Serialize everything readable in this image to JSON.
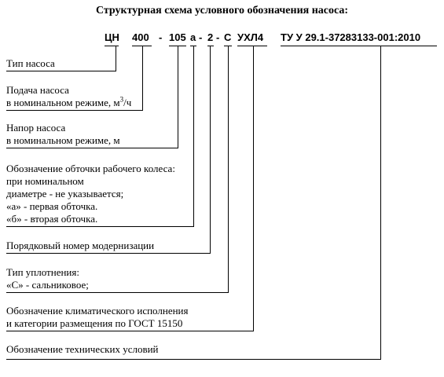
{
  "title": "Структурная схема условного обозначения насоса:",
  "code_parts": {
    "type": "ЦН",
    "flow": "400",
    "dash1": "-",
    "head": "105",
    "trim": "а",
    "dash2": "-",
    "modernization": "2",
    "dash3": "-",
    "seal": "С",
    "climate": "УХЛ4",
    "spec": "ТУ У 29.1-37283133-001:2010"
  },
  "labels": {
    "type_line1": "Тип насоса",
    "flow_line1": "Подача насоса",
    "flow_line2": "в номинальном режиме, м",
    "flow_sup": "3",
    "flow_suffix": "/ч",
    "head_line1": "Напор насоса",
    "head_line2": "в номинальном режиме, м",
    "trim_line1": "Обозначение обточки рабочего колеса:",
    "trim_line2": "при номинальном",
    "trim_line3": "диаметре - не указывается;",
    "trim_line4": "«а» - первая обточка.",
    "trim_line5": "«б» - вторая обточка.",
    "modernization_line1": "Порядковый номер модернизации",
    "seal_line1": "Тип уплотнения:",
    "seal_line2": "«С» - сальниковое;",
    "climate_line1": "Обозначение климатического исполнения",
    "climate_line2": "и категории размещения по ГОСТ  15150",
    "spec_line1": "Обозначение технических  условий"
  }
}
